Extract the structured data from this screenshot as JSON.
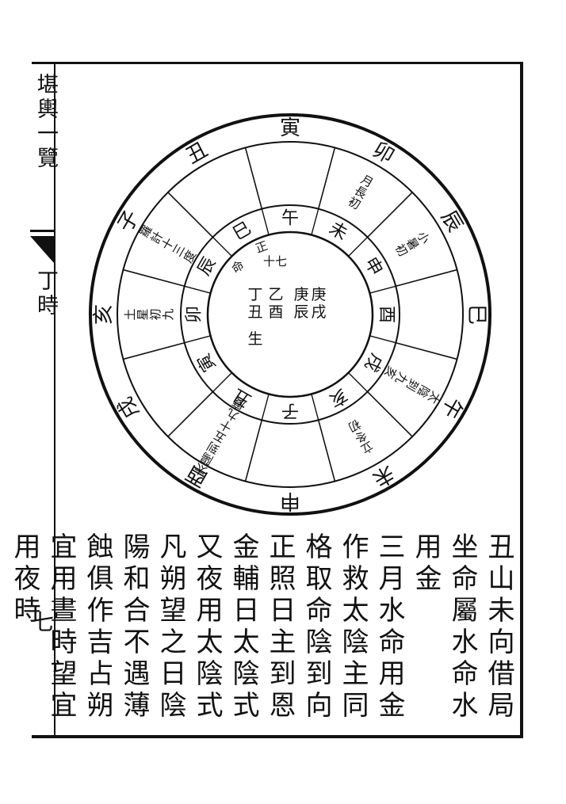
{
  "margin": {
    "title": "堪輿一覽",
    "section": "丁時",
    "page": "七"
  },
  "wheel": {
    "outer_branches": [
      "寅",
      "卯",
      "辰",
      "巳",
      "午",
      "未",
      "申",
      "酉",
      "戌",
      "亥",
      "子",
      "丑"
    ],
    "middle_notes": [
      {
        "name": "note-mao",
        "text": "月長初"
      },
      {
        "name": "note-chen",
        "text": "小暑初"
      },
      {
        "name": "note-wu",
        "text": "太陰到九亥"
      },
      {
        "name": "note-wei",
        "text": "立冬初"
      },
      {
        "name": "note-you",
        "text": "太陽到五十九度"
      },
      {
        "name": "note-hai",
        "text": "土星初九"
      },
      {
        "name": "note-zi",
        "text": "羅計十三度"
      }
    ],
    "inner_branches": [
      "午",
      "未",
      "申",
      "酉",
      "戌",
      "亥",
      "子",
      "丑",
      "寅",
      "卯",
      "辰",
      "巳"
    ],
    "center_columns": [
      "庚戌",
      "庚辰",
      "乙酉",
      "丁丑"
    ],
    "center_extra": [
      "十七",
      "命"
    ],
    "center_note": "生",
    "extra_note": "正"
  },
  "text_columns": [
    "丑山未向借局",
    "坐命屬水命水用金",
    "三月水命用金",
    "作救太陰主同",
    "格取命陰到向",
    "正照日主到恩",
    "金輔日太陰式",
    "又夜用太陰式",
    "凡朔望之日陰",
    "陽和合不遇薄",
    "蝕俱作吉占朔",
    "宜用晝時望宜",
    "用夜時"
  ]
}
